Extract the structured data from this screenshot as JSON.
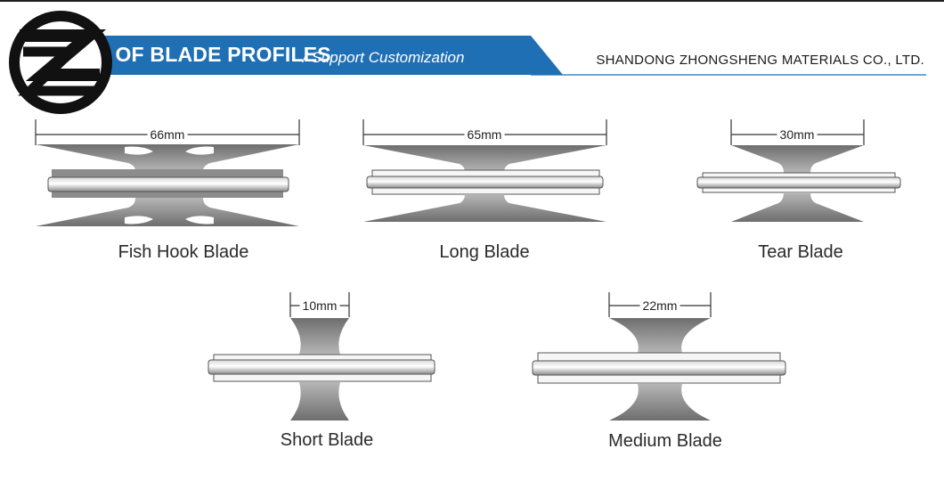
{
  "header": {
    "title": "TYPE OF BLADE PROFILES",
    "subtitle": "/ Support Customization",
    "company": "SHANDONG ZHONGSHENG MATERIALS CO., LTD.",
    "accent_color": "#1f6fb5",
    "logo_icon": "zs-logo-icon"
  },
  "blades": [
    {
      "name": "Fish Hook Blade",
      "dimension": "66mm"
    },
    {
      "name": "Long Blade",
      "dimension": "65mm"
    },
    {
      "name": "Tear Blade",
      "dimension": "30mm"
    },
    {
      "name": "Short Blade",
      "dimension": "10mm"
    },
    {
      "name": "Medium Blade",
      "dimension": "22mm"
    }
  ]
}
